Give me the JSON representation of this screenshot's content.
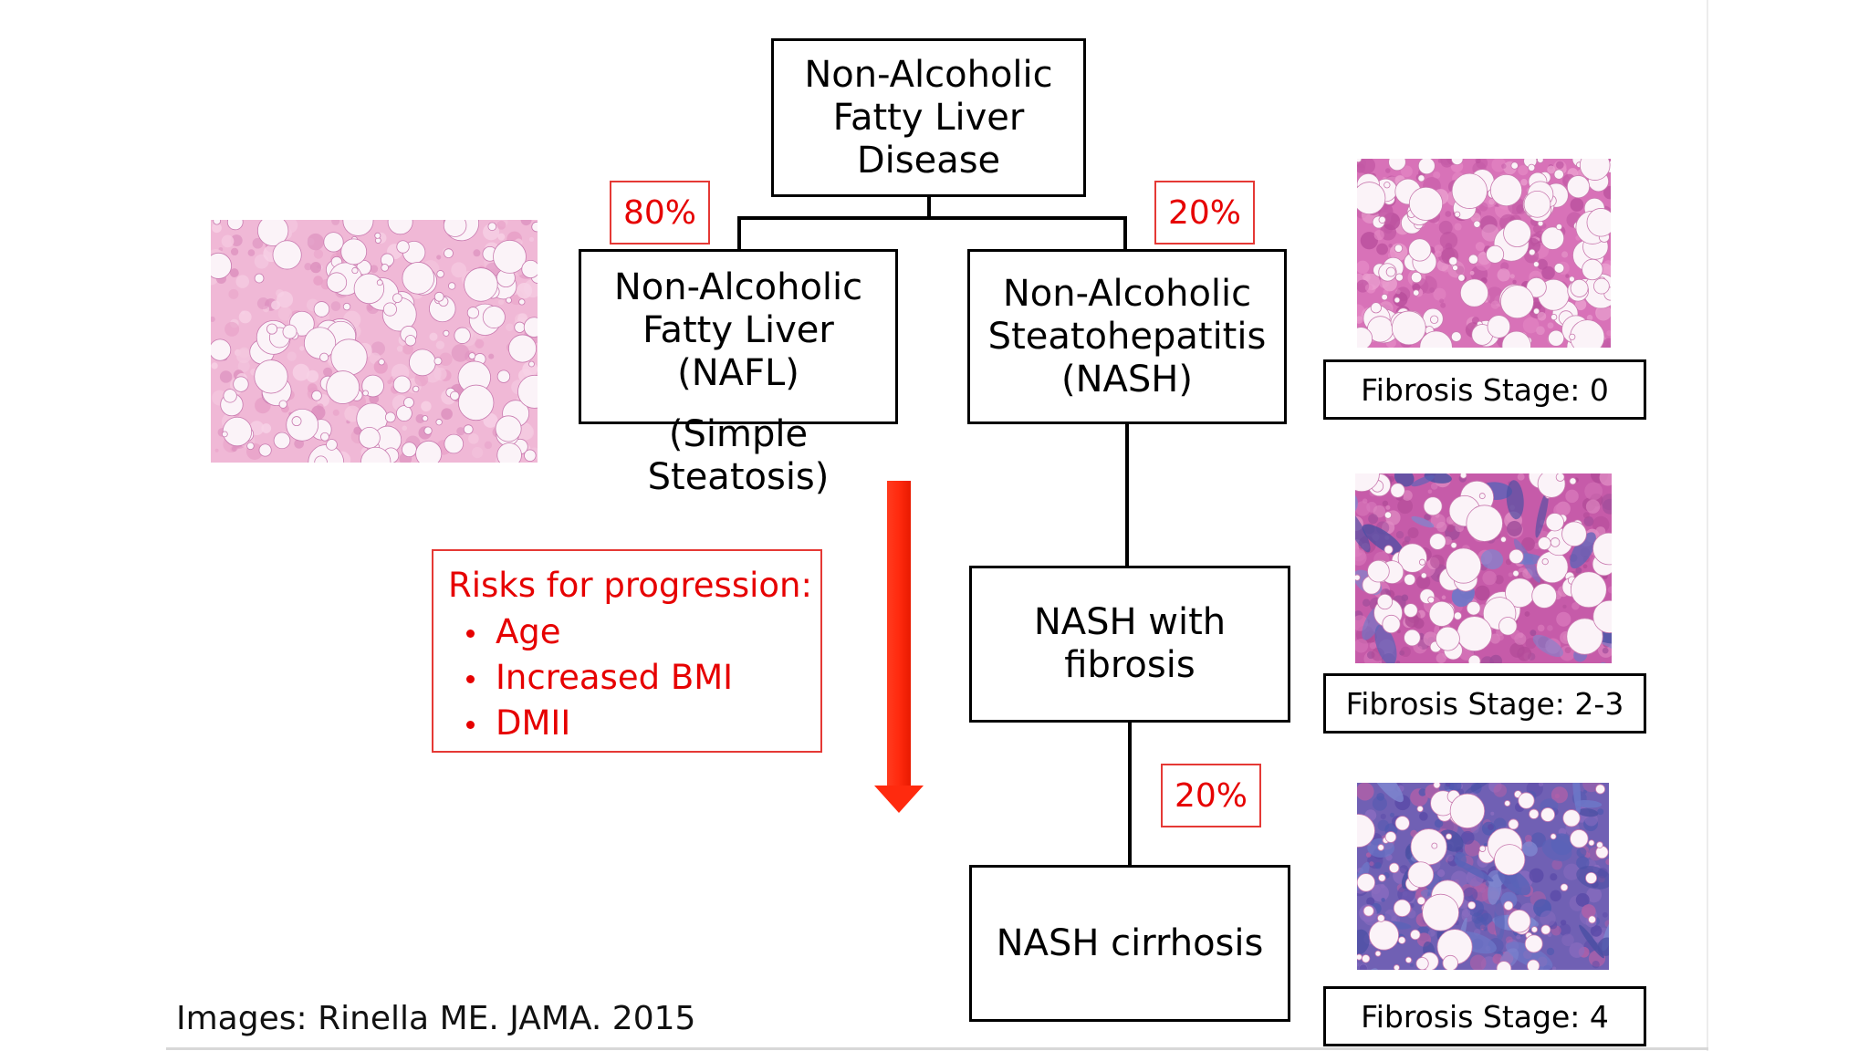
{
  "diagram": {
    "root": {
      "line1": "Non-Alcoholic",
      "line2": "Fatty Liver Disease"
    },
    "nafl": {
      "line1": "Non-Alcoholic",
      "line2": "Fatty Liver (NAFL)",
      "line3": "(Simple Steatosis)"
    },
    "nash": {
      "line1": "Non-Alcoholic",
      "line2": "Steatohepatitis",
      "line3": "(NASH)"
    },
    "nash_fibrosis": "NASH with fibrosis",
    "nash_cirrhosis": "NASH cirrhosis",
    "pct_nafl": "80%",
    "pct_nash": "20%",
    "pct_cirrhosis": "20%",
    "stage_0": "Fibrosis Stage: 0",
    "stage_23": "Fibrosis Stage: 2-3",
    "stage_4": "Fibrosis Stage: 4"
  },
  "risks": {
    "title": "Risks for progression:",
    "items": [
      "Age",
      "Increased BMI",
      "DMII"
    ]
  },
  "caption": "Images: Rinella ME. JAMA. 2015",
  "colors": {
    "accent_red": "#e60000",
    "arrow_red": "#ff2a0e"
  }
}
